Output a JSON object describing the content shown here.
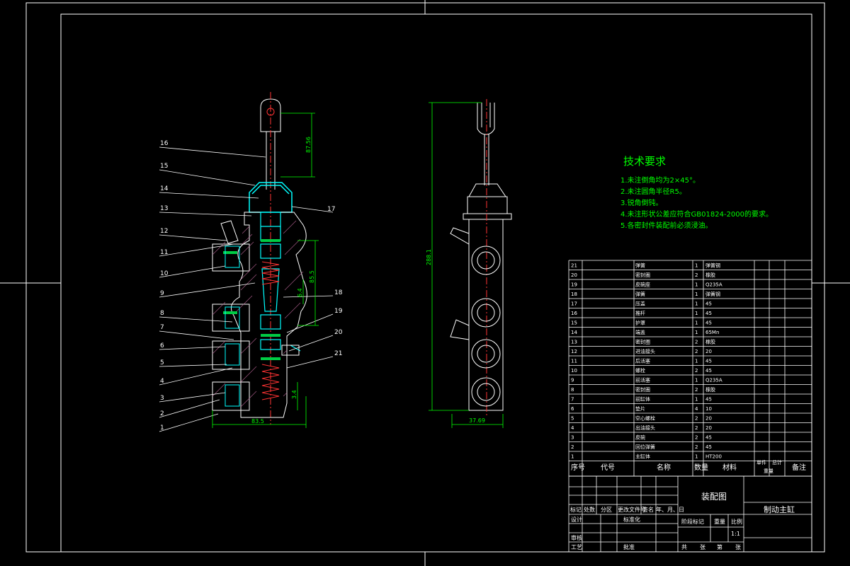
{
  "drawing": {
    "tech_requirements": {
      "title": "技术要求",
      "items": [
        "1.未注倒角均为2×45°。",
        "2.未注圆角半径R5。",
        "3.锐角倒钝。",
        "4.未注形状公差应符合GB01824-2000的要求。",
        "5.各密封件装配前必须浸油。"
      ]
    },
    "balloons": [
      "16",
      "15",
      "14",
      "13",
      "12",
      "11",
      "10",
      "9",
      "8",
      "7",
      "6",
      "5",
      "4",
      "3",
      "2",
      "1",
      "17",
      "18",
      "19",
      "20",
      "21"
    ],
    "dimensions": {
      "left_bottom": "83.5",
      "left_top": "87.56",
      "left_mid": "85.5",
      "left_small1": "6.4",
      "left_small2": "3.4",
      "right_height": "288.1",
      "right_bottom": "37.69"
    },
    "parts_table": {
      "header": {
        "no": "序号",
        "code": "代号",
        "name": "名称",
        "qty": "数量",
        "material": "材料",
        "unit": "单件",
        "total": "总计",
        "weight": "重量",
        "note": "备注"
      },
      "rows": [
        {
          "no": "21",
          "name": "弹簧",
          "qty": "1",
          "mat": "弹簧钢"
        },
        {
          "no": "20",
          "name": "密封圈",
          "qty": "2",
          "mat": "橡胶"
        },
        {
          "no": "19",
          "name": "皮碗座",
          "qty": "1",
          "mat": "Q235A"
        },
        {
          "no": "18",
          "name": "弹簧",
          "qty": "1",
          "mat": "弹簧钢"
        },
        {
          "no": "17",
          "name": "压盖",
          "qty": "1",
          "mat": "45"
        },
        {
          "no": "16",
          "name": "推杆",
          "qty": "1",
          "mat": "45"
        },
        {
          "no": "15",
          "name": "护罩",
          "qty": "1",
          "mat": "45"
        },
        {
          "no": "14",
          "name": "端盖",
          "qty": "1",
          "mat": "65Mn"
        },
        {
          "no": "13",
          "name": "密封圈",
          "qty": "2",
          "mat": "橡胶"
        },
        {
          "no": "12",
          "name": "进油接头",
          "qty": "2",
          "mat": "20"
        },
        {
          "no": "11",
          "name": "后活塞",
          "qty": "1",
          "mat": "45"
        },
        {
          "no": "10",
          "name": "螺栓",
          "qty": "2",
          "mat": "45"
        },
        {
          "no": "9",
          "name": "前活塞",
          "qty": "1",
          "mat": "Q235A"
        },
        {
          "no": "8",
          "name": "密封圈",
          "qty": "2",
          "mat": "橡胶"
        },
        {
          "no": "7",
          "name": "前缸体",
          "qty": "1",
          "mat": "45"
        },
        {
          "no": "6",
          "name": "垫片",
          "qty": "4",
          "mat": "10"
        },
        {
          "no": "5",
          "name": "空心螺栓",
          "qty": "2",
          "mat": "20"
        },
        {
          "no": "4",
          "name": "出油接头",
          "qty": "2",
          "mat": "20"
        },
        {
          "no": "3",
          "name": "皮碗",
          "qty": "2",
          "mat": "45"
        },
        {
          "no": "2",
          "name": "回位弹簧",
          "qty": "2",
          "mat": "45"
        },
        {
          "no": "1",
          "name": "主缸体",
          "qty": "1",
          "mat": "HT200"
        }
      ]
    },
    "title_block": {
      "drawing_name": "装配图",
      "product_name": "制动主缸",
      "scale_label": "比例",
      "scale_value": "1:1",
      "stage_label": "阶段标记",
      "weight_label": "重量",
      "row_labels": [
        "标记",
        "处数",
        "分区",
        "更改文件号",
        "签名",
        "年、月、日"
      ],
      "design": "设计",
      "standardization": "标准化",
      "review": "审核",
      "process": "工艺",
      "approve": "批准",
      "sheets": [
        "共",
        "张",
        "第",
        "张"
      ]
    }
  }
}
